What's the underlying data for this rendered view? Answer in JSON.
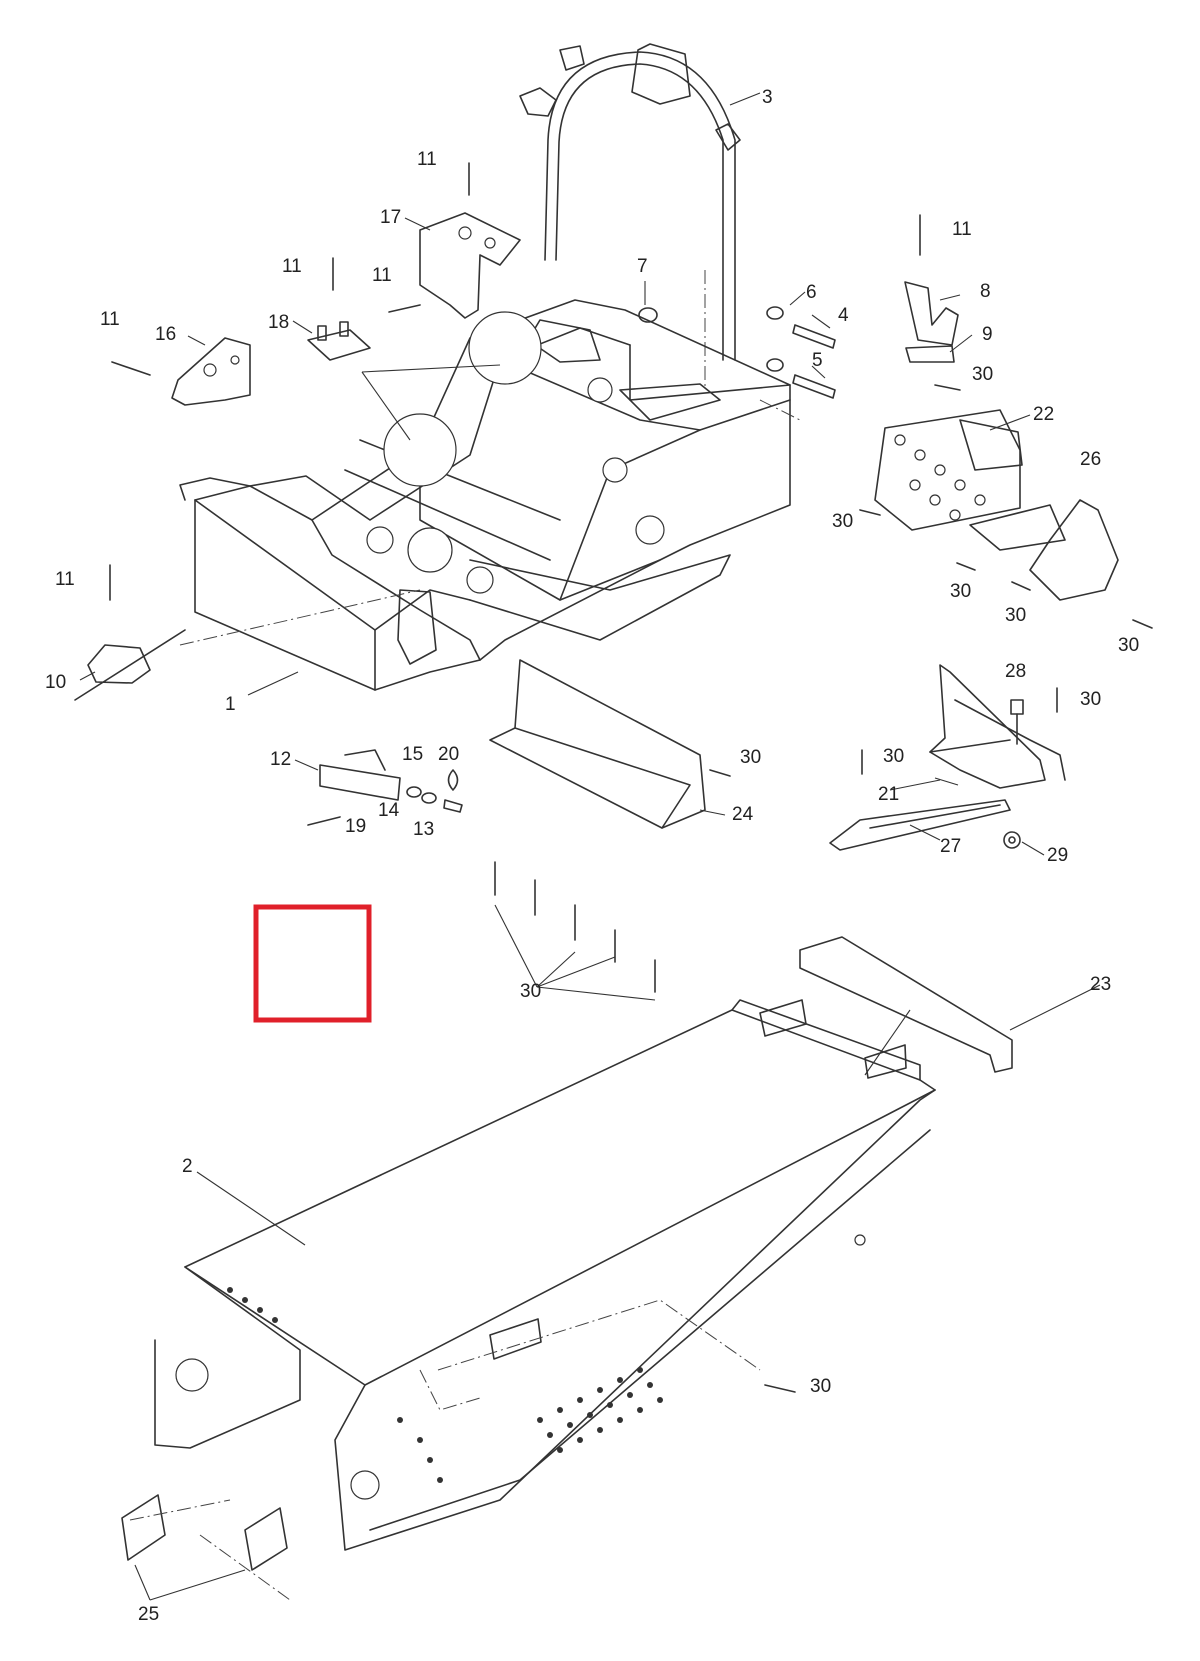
{
  "callouts": {
    "c1": "1",
    "c2": "2",
    "c3": "3",
    "c4": "4",
    "c5": "5",
    "c6": "6",
    "c7": "7",
    "c8": "8",
    "c9": "9",
    "c10": "10",
    "c11a": "11",
    "c11b": "11",
    "c11c": "11",
    "c11d": "11",
    "c11e": "11",
    "c11f": "11",
    "c12": "12",
    "c13": "13",
    "c14": "14",
    "c15": "15",
    "c16": "16",
    "c17": "17",
    "c18": "18",
    "c19": "19",
    "c20": "20",
    "c21": "21",
    "c22": "22",
    "c23": "23",
    "c24": "24",
    "c25": "25",
    "c26": "26",
    "c27": "27",
    "c28": "28",
    "c29": "29",
    "c30a": "30",
    "c30b": "30",
    "c30c": "30",
    "c30d": "30",
    "c30e": "30",
    "c30f": "30",
    "c30g": "30",
    "c30h": "30",
    "c30i": "30",
    "c30j": "30"
  },
  "colors": {
    "line": "#333333",
    "background": "#ffffff",
    "highlight_box": "#e0202a"
  }
}
